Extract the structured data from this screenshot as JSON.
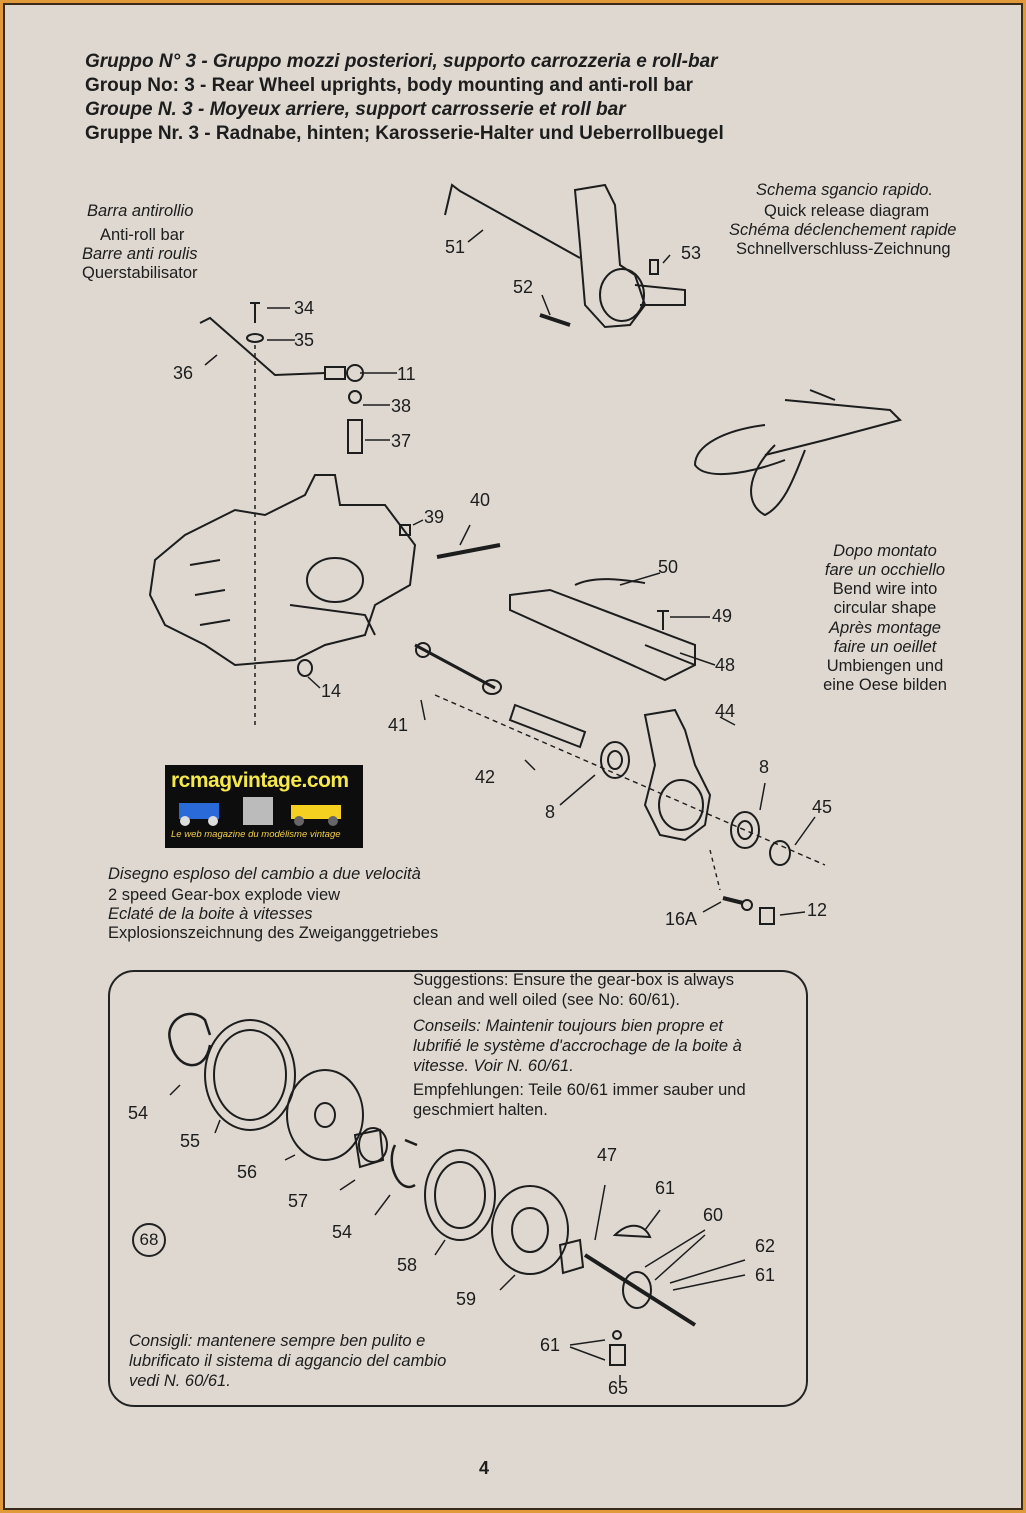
{
  "title": {
    "it": "Gruppo N° 3 - Gruppo mozzi posteriori, supporto carrozzeria e roll-bar",
    "en": "Group No: 3 - Rear Wheel uprights, body mounting and anti-roll bar",
    "fr": "Groupe N. 3 - Moyeux arriere, support carrosserie et roll bar",
    "de": "Gruppe Nr. 3 - Radnabe, hinten; Karosserie-Halter und Ueberrollbuegel"
  },
  "antiroll": {
    "it": "Barra antirollio",
    "en": "Anti-roll bar",
    "fr": "Barre anti roulis",
    "de": "Querstabilisator"
  },
  "quick_release": {
    "it": "Schema sgancio rapido.",
    "en": "Quick release diagram",
    "fr": "Schéma déclenchement rapide",
    "de": "Schnellverschluss-Zeichnung"
  },
  "bend_note": {
    "it1": "Dopo montato",
    "it2": "fare un occhiello",
    "en1": "Bend wire into",
    "en2": "circular shape",
    "fr1": "Après montage",
    "fr2": "faire un oeillet",
    "de1": "Umbiengen und",
    "de2": "eine Oese bilden"
  },
  "gearbox": {
    "it": "Disegno esploso del cambio a due velocità",
    "en": "2 speed Gear-box explode view",
    "fr": "Eclaté de la boite à vitesses",
    "de": "Explosionszeichnung des Zweiganggetriebes"
  },
  "suggestions": {
    "en1": "Suggestions: Ensure the gear-box is always",
    "en2": "clean and well oiled (see No: 60/61).",
    "fr1": "Conseils: Maintenir toujours bien propre et",
    "fr2": "lubrifié le système d'accrochage de la boite à",
    "fr3": "vitesse. Voir N. 60/61.",
    "de1": "Empfehlungen: Teile 60/61 immer sauber und",
    "de2": "geschmiert halten.",
    "it1": "Consigli: mantenere sempre ben pulito e",
    "it2": "lubrificato il sistema di aggancio del cambio",
    "it3": "vedi N. 60/61."
  },
  "logo": {
    "brand": "rcmagvintage.com",
    "tagline": "Le web magazine du modélisme vintage"
  },
  "circle_ref": "68",
  "page_number": "4",
  "parts": {
    "p51": "51",
    "p52": "52",
    "p53": "53",
    "p34": "34",
    "p35": "35",
    "p36": "36",
    "p11": "11",
    "p38": "38",
    "p37": "37",
    "p39": "39",
    "p40": "40",
    "p50": "50",
    "p49": "49",
    "p48": "48",
    "p14": "14",
    "p41": "41",
    "p42": "42",
    "p44": "44",
    "p8a": "8",
    "p8b": "8",
    "p45": "45",
    "p16a": "16A",
    "p12": "12",
    "p54a": "54",
    "p55": "55",
    "p56": "56",
    "p57": "57",
    "p54b": "54",
    "p58": "58",
    "p59": "59",
    "p47": "47",
    "p61a": "61",
    "p60": "60",
    "p62": "62",
    "p61b": "61",
    "p61c": "61",
    "p65": "65"
  },
  "colors": {
    "border": "#e09a3a",
    "paper": "#ded8d0",
    "ink": "#1d1d1d"
  }
}
